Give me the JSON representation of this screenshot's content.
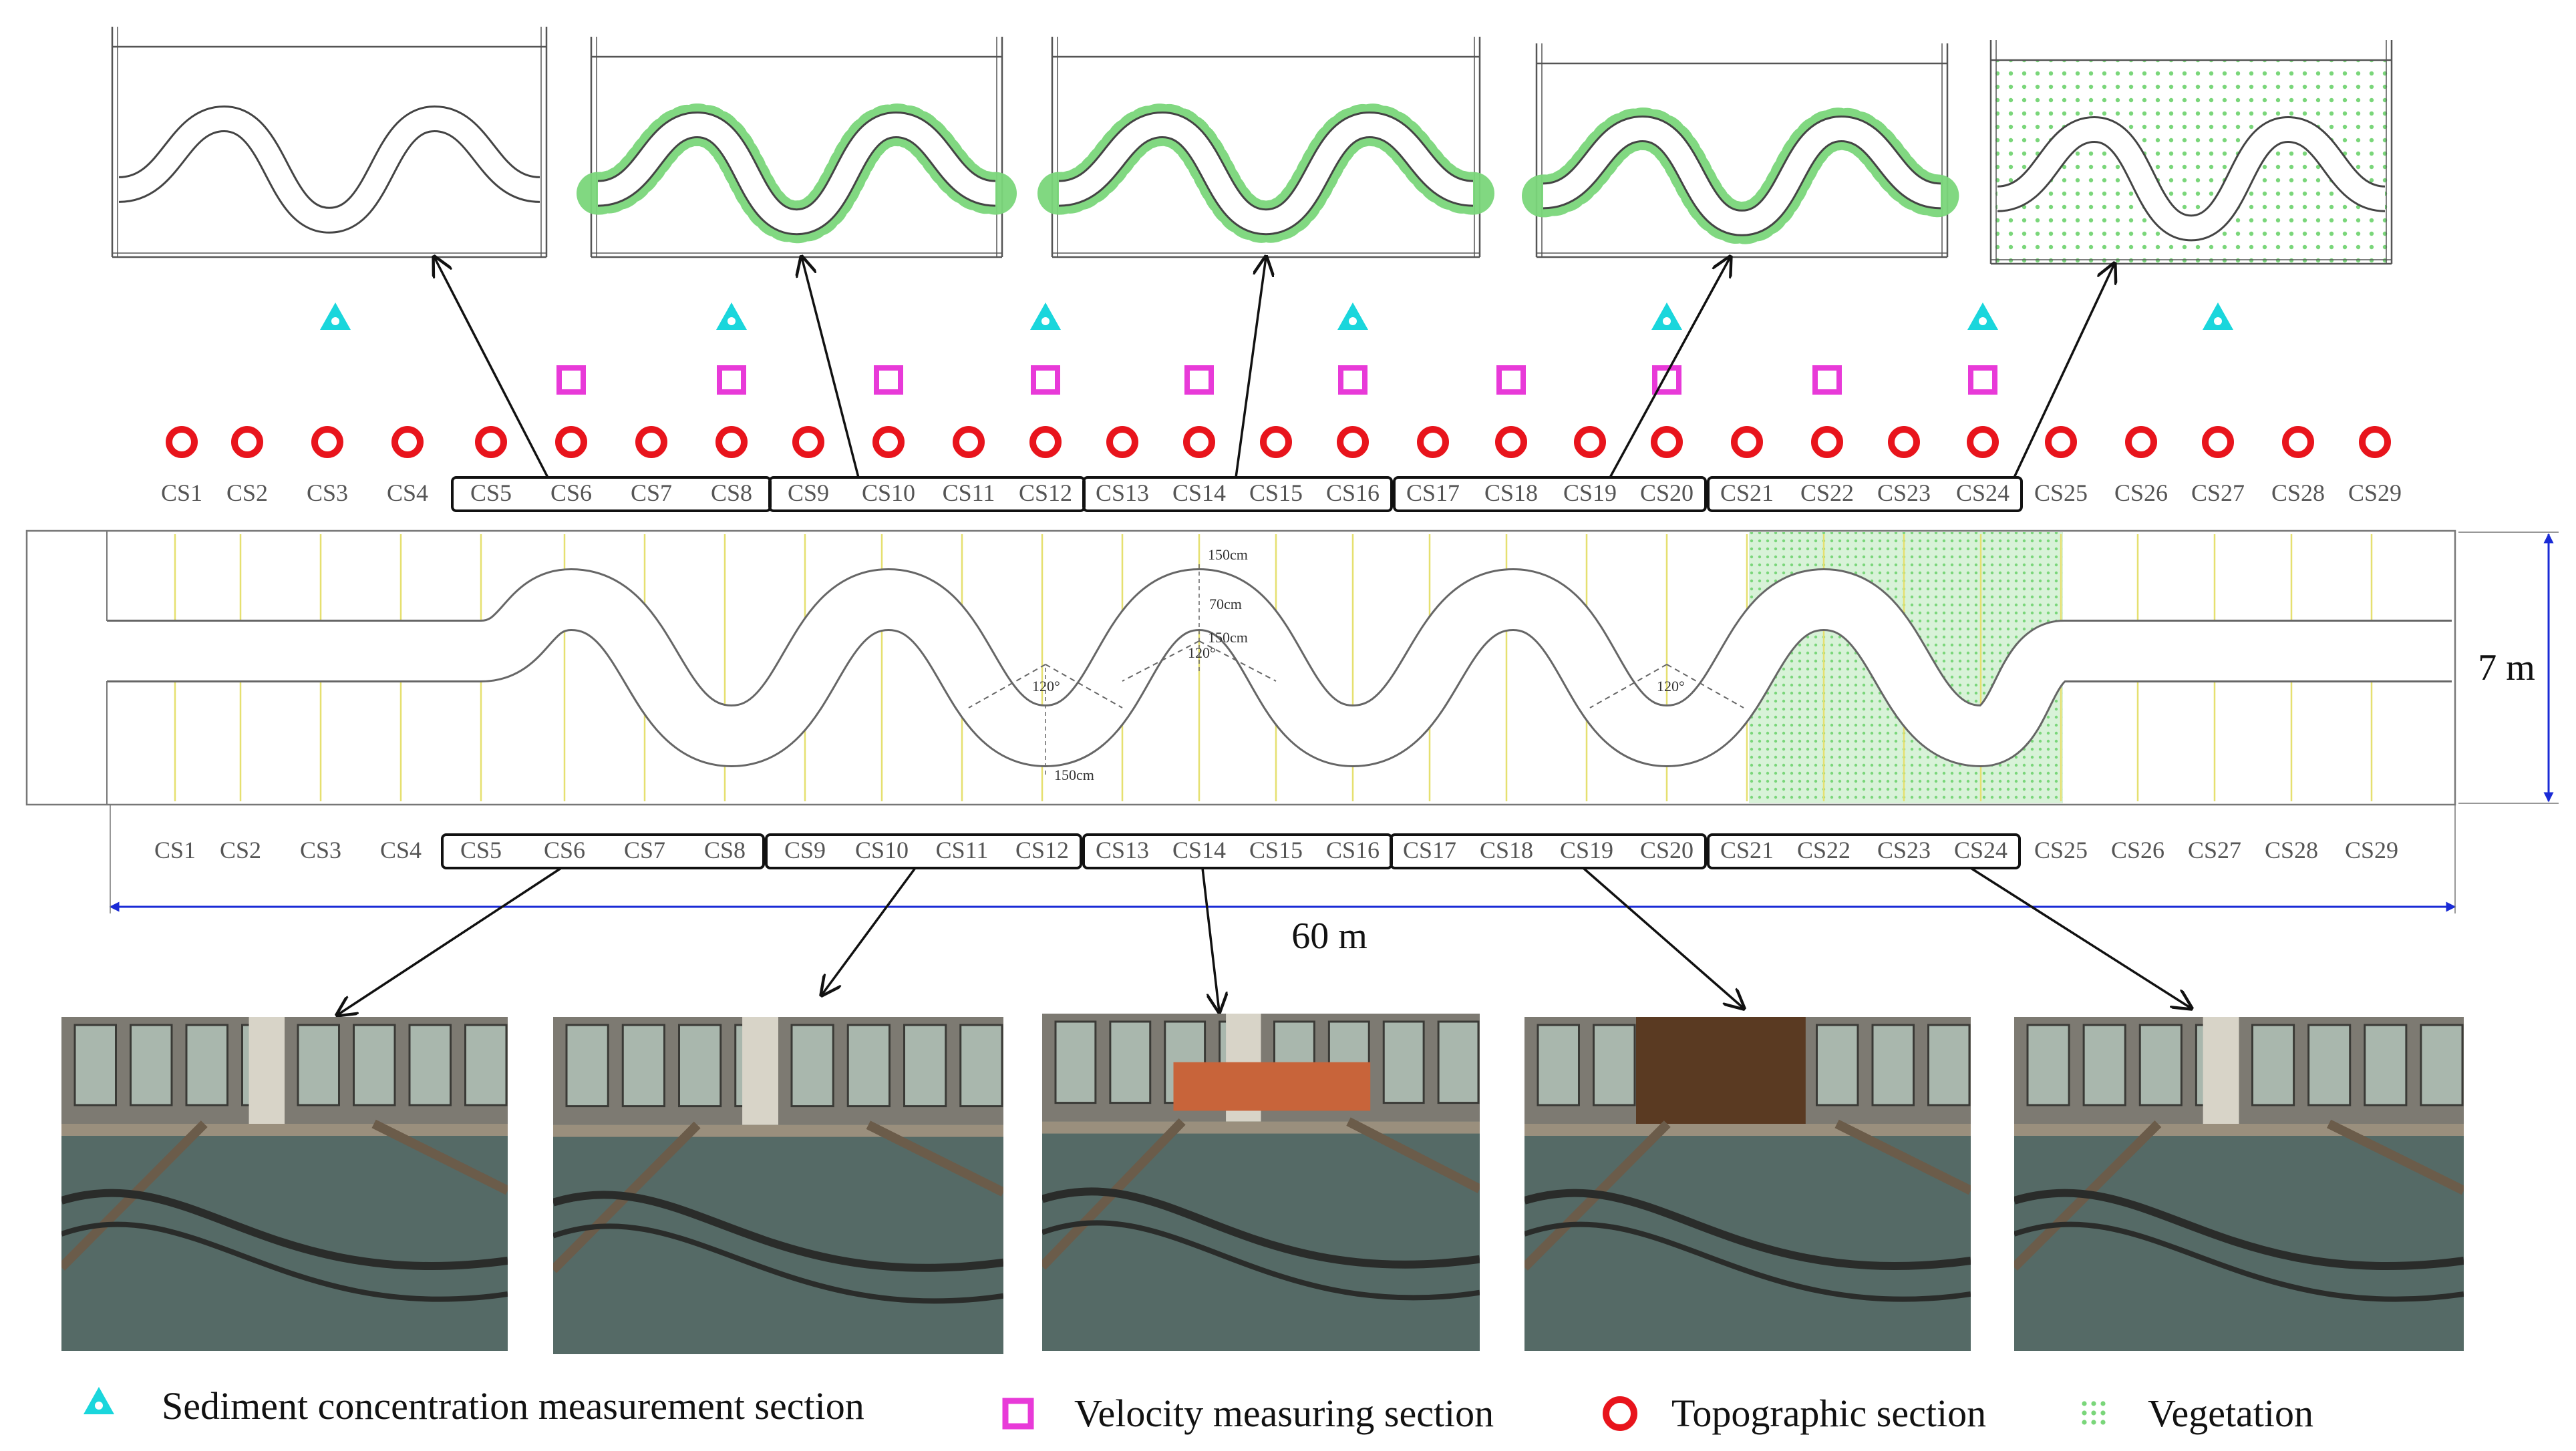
{
  "sections": [
    "CS1",
    "CS2",
    "CS3",
    "CS4",
    "CS5",
    "CS6",
    "CS7",
    "CS8",
    "CS9",
    "CS10",
    "CS11",
    "CS12",
    "CS13",
    "CS14",
    "CS15",
    "CS16",
    "CS17",
    "CS18",
    "CS19",
    "CS20",
    "CS21",
    "CS22",
    "CS23",
    "CS24",
    "CS25",
    "CS26",
    "CS27",
    "CS28",
    "CS29"
  ],
  "groups": [
    {
      "from": 5,
      "to": 8
    },
    {
      "from": 9,
      "to": 12
    },
    {
      "from": 13,
      "to": 16
    },
    {
      "from": 17,
      "to": 20
    },
    {
      "from": 21,
      "to": 24
    }
  ],
  "sediment_sections": [
    3,
    8,
    12,
    16,
    20,
    24,
    27
  ],
  "velocity_sections": [
    6,
    8,
    10,
    12,
    14,
    16,
    18,
    20,
    22,
    24
  ],
  "topographic_sections": [
    1,
    2,
    3,
    4,
    5,
    6,
    7,
    8,
    9,
    10,
    11,
    12,
    13,
    14,
    15,
    16,
    17,
    18,
    19,
    20,
    21,
    22,
    23,
    24,
    25,
    26,
    27,
    28,
    29
  ],
  "vegetation_layouts": [
    "none",
    "inner-bank",
    "outer-bank",
    "inner-outer-bank",
    "full"
  ],
  "dimensions": {
    "width_label": "7 m",
    "length_label": "60 m",
    "radius_outer": "150cm",
    "channel_width": "70cm",
    "radius_inner": "150cm",
    "radius_lower": "150cm",
    "angle_1": "120°",
    "angle_2": "120°",
    "angle_3": "120°"
  },
  "legend": {
    "sediment": "Sediment concentration measurement section",
    "velocity": "Velocity measuring section",
    "topographic": "Topographic section",
    "vegetation": "Vegetation"
  },
  "colors": {
    "sediment": "#1ad6dc",
    "velocity": "#e83ad8",
    "topographic": "#e8141c",
    "vegetation": "#7ad67a",
    "dimension_arrow": "#1a2bd6",
    "section_line": "#e6e070"
  }
}
